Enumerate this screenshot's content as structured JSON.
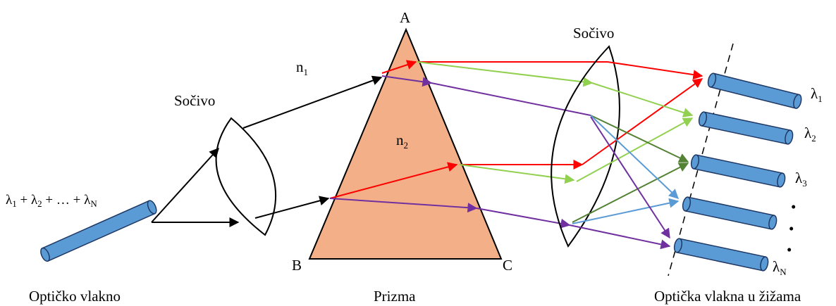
{
  "labels": {
    "source_fiber": "Optičko vlakno",
    "prism": "Prizma",
    "output_fibers": "Optička vlakna u žižama",
    "lens_left": "Sočivo",
    "lens_right": "Sočivo",
    "vertex_a": "A",
    "vertex_b": "B",
    "vertex_c": "C",
    "n1": "n",
    "n1_sub": "1",
    "n2": "n",
    "n2_sub": "2",
    "input_sum": {
      "t1": "λ",
      "s1": "1",
      "plus1": " + ",
      "t2": "λ",
      "s2": "2",
      "plus2": " + … + ",
      "t3": "λ",
      "s3": "N"
    },
    "out_lambda": [
      {
        "sym": "λ",
        "sub": "1"
      },
      {
        "sym": "λ",
        "sub": "2"
      },
      {
        "sym": "λ",
        "sub": "3"
      },
      {
        "sym": "λ",
        "sub": "N"
      }
    ],
    "dots": "•"
  },
  "colors": {
    "prism_fill": "#f3b088",
    "fiber_fill": "#5b9bd5",
    "fiber_stroke": "#1f3864",
    "ray_black": "#000000",
    "ray_red": "#ff0000",
    "ray_light_green": "#92d050",
    "ray_purple": "#7030a0",
    "ray_dark_green": "#548235",
    "ray_light_blue": "#5b9bd5"
  }
}
